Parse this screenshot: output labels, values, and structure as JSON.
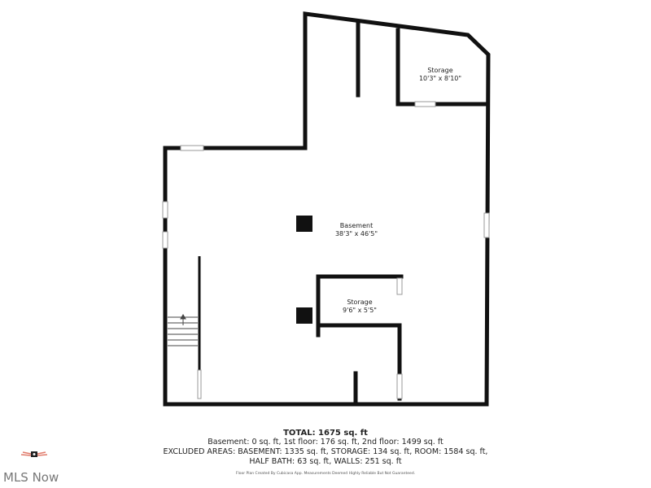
{
  "rooms": [
    {
      "name": "Storage",
      "dims": "10'3\" x 8'10\""
    },
    {
      "name": "Basement",
      "dims": "38'3\" x 46'5\""
    },
    {
      "name": "Storage",
      "dims": "9'6\" x 5'5\""
    }
  ],
  "summary": {
    "total": "TOTAL: 1675 sq. ft",
    "line1": "Basement: 0 sq. ft, 1st floor: 176 sq. ft, 2nd floor: 1499 sq. ft",
    "line2": "EXCLUDED AREAS: BASEMENT: 1335 sq. ft, STORAGE: 134 sq. ft, ROOM: 1584 sq. ft,",
    "line3": "HALF BATH: 63 sq. ft, WALLS: 251 sq. ft",
    "disclaimer": "Floor Plan Created By Cubicasa App. Measurements Deemed Highly Reliable But Not Guaranteed."
  },
  "brand": {
    "name": "MLS Now",
    "icon": "camera-wings-icon"
  },
  "colors": {
    "wall": "#111111",
    "logo_wing": "#e07a6a"
  }
}
